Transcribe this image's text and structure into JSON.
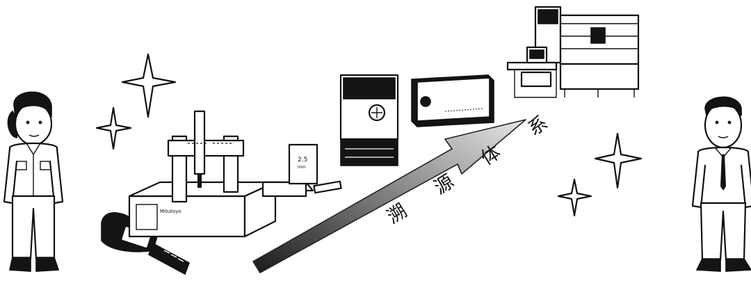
{
  "caption": "溯 源 体 系",
  "labels": {
    "gauge_value": "2.5",
    "gauge_unit": "mm",
    "cmm_brand": "Mitutoyo"
  },
  "icons": [
    "sparkle-icon",
    "arrow-icon"
  ]
}
